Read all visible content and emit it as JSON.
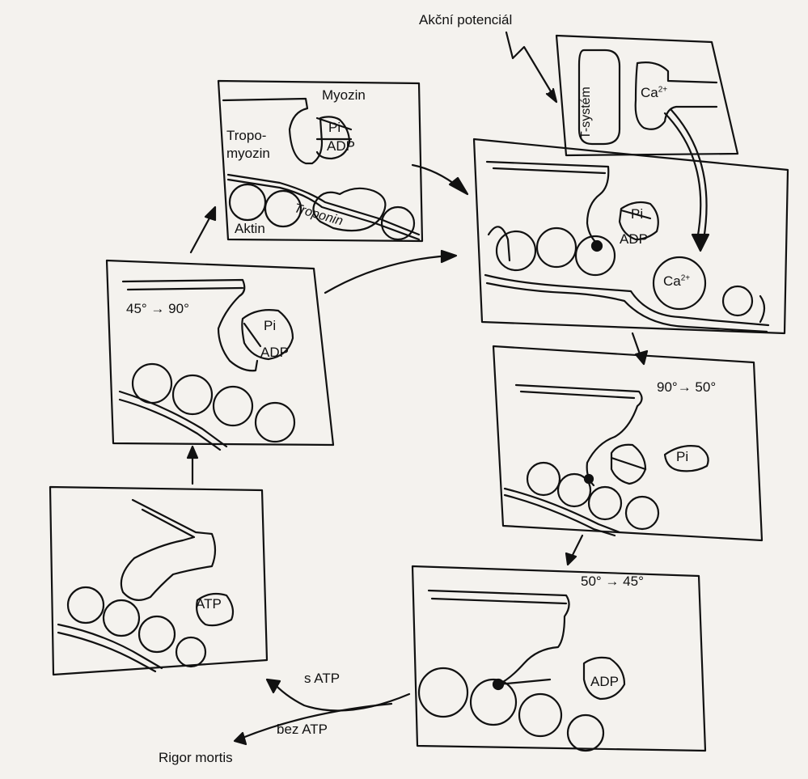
{
  "labels": {
    "action_potential": "Akční potenciál",
    "t_system": "T-systém",
    "ca": "Ca",
    "ca_sup": "2+",
    "myozin": "Myozin",
    "tropo": "Tropo-",
    "myozin2": "myozin",
    "pi": "Pi",
    "adp": "ADP",
    "atp": "ATP",
    "troponin": "Troponin",
    "aktin": "Aktin",
    "angle_45_90": "45° → 90°",
    "angle_90_50": "90°→ 50°",
    "angle_50_45": "50° → 45°",
    "s_atp": "s ATP",
    "bez_atp": "bez ATP",
    "rigor_mortis": "Rigor mortis"
  }
}
